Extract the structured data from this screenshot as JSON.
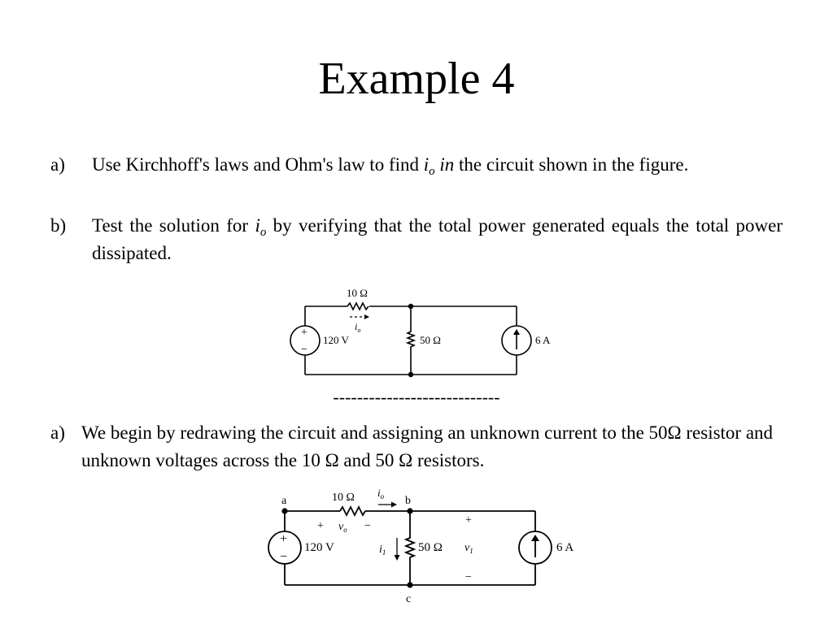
{
  "slide": {
    "title": "Example 4",
    "part_a_marker": "a)",
    "part_a_pre": "Use Kirchhoff's laws and Ohm's law to find ",
    "part_a_var": "i",
    "part_a_sub": "o",
    "part_a_in": " in",
    "part_a_post": " the circuit shown in the figure.",
    "part_b_marker": "b)",
    "part_b_pre": "Test the solution for ",
    "part_b_var": "i",
    "part_b_sub": "o",
    "part_b_post": " by verifying that the total power generated equals the total power dissipated.",
    "divider": "----------------------------",
    "solution_marker": "a)",
    "solution_text": "We begin by redrawing the circuit and assigning an unknown current to the 50Ω resistor and unknown voltages across the 10 Ω and 50 Ω resistors."
  },
  "circuit1": {
    "r1_label": "10 Ω",
    "current_var": "i",
    "current_sub": "o",
    "vsource_label": "120 V",
    "r2_label": "50 Ω",
    "isource_label": "6 A",
    "plus": "+",
    "minus": "−"
  },
  "circuit2": {
    "node_a": "a",
    "node_b": "b",
    "node_c": "c",
    "r1_label": "10 Ω",
    "current_var": "i",
    "current_sub": "o",
    "vo_plus": "+",
    "vo_var": "v",
    "vo_sub": "o",
    "vo_minus": "−",
    "i1_var": "i",
    "i1_sub": "1",
    "vsource_label": "120 V",
    "r2_label": "50 Ω",
    "v1_var": "v",
    "v1_sub": "1",
    "v1_plus": "+",
    "v1_minus": "−",
    "isource_label": "6 A",
    "plus": "+",
    "minus": "−"
  }
}
